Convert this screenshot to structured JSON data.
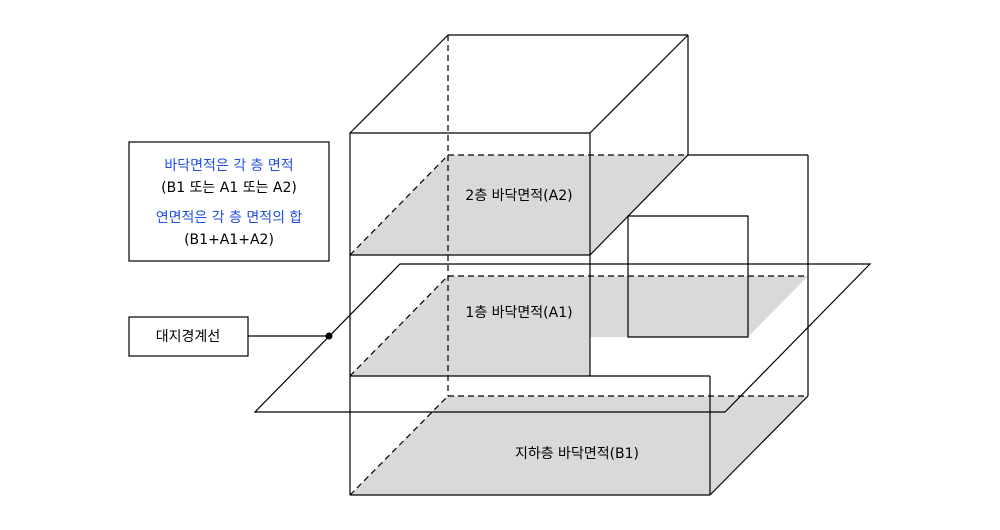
{
  "colors": {
    "floor_fill": "#d9d9d9",
    "accent_text": "#1f4fe0",
    "text": "#000000"
  },
  "legend": {
    "line1": "바닥면적은 각 층 면적",
    "line2": "(B1 또는 A1 또는 A2)",
    "line3": "연면적은 각 층 면적의 합",
    "line4": "(B1+A1+A2)"
  },
  "site_boundary_label": "대지경계선",
  "floors": {
    "a2": "2층 바닥면적(A2)",
    "a1": "1층 바닥면적(A1)",
    "b1": "지하층 바닥면적(B1)"
  }
}
